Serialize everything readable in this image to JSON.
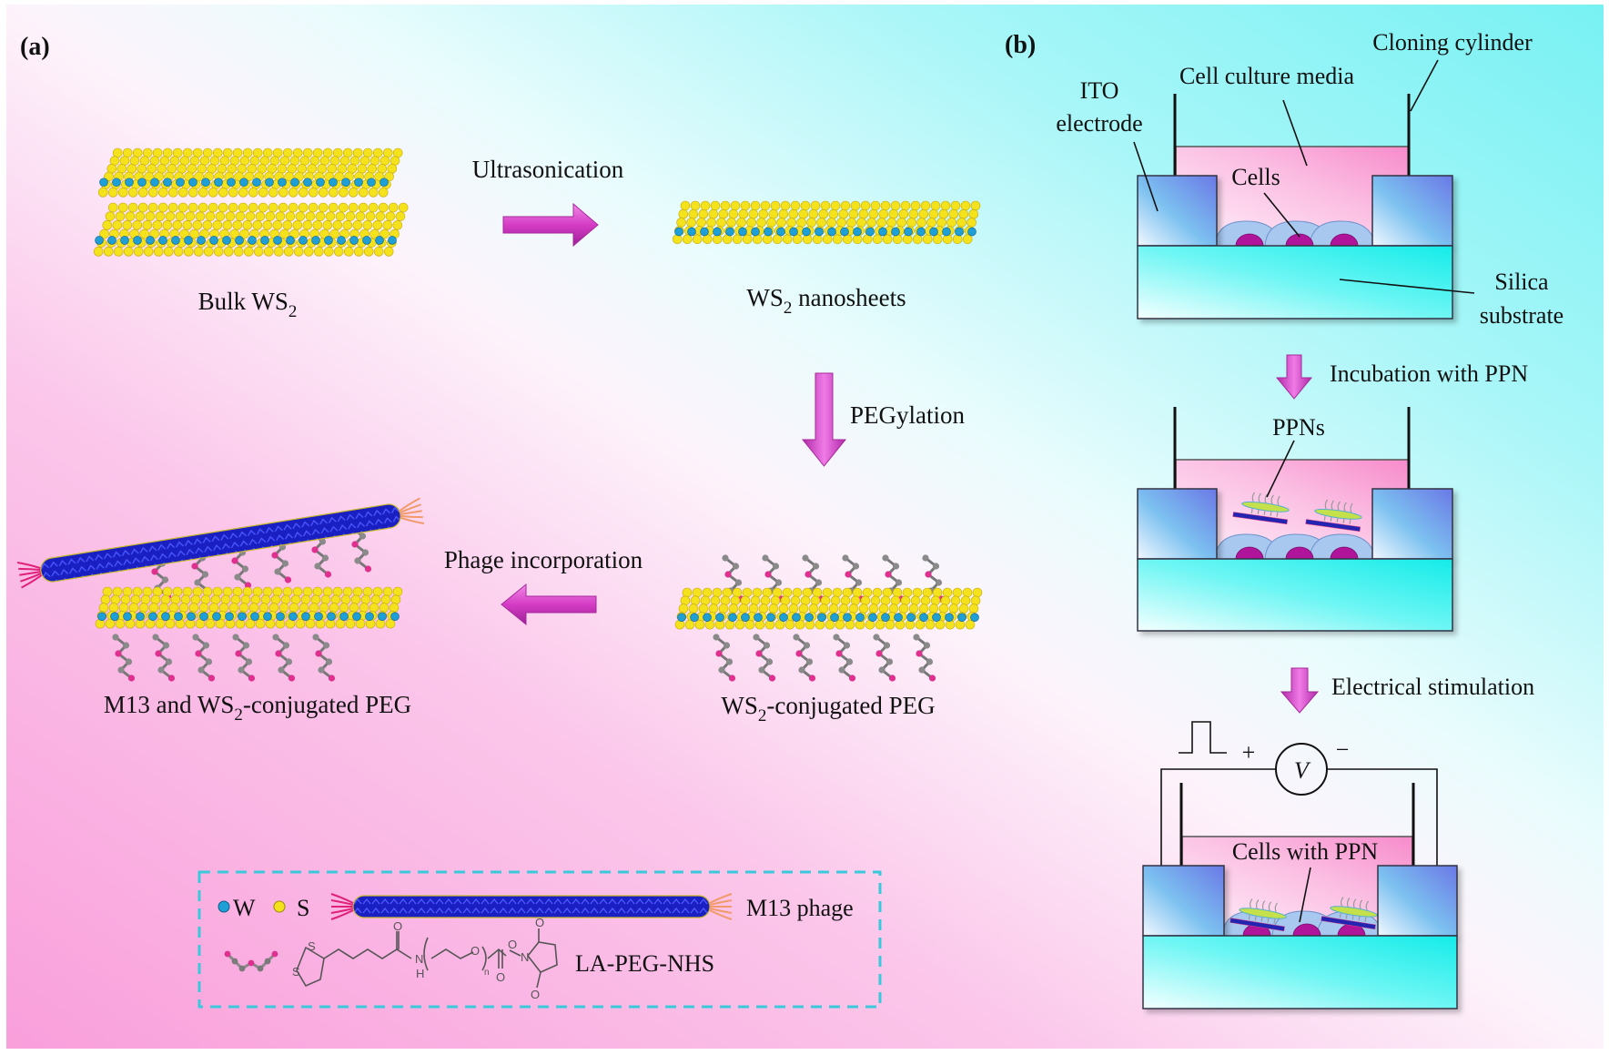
{
  "panel_a": {
    "label": "(a)",
    "bulk_label": "Bulk WS",
    "bulk_sub": "2",
    "step_ultrasonication": "Ultrasonication",
    "nanosheets_label_pre": "WS",
    "nanosheets_sub": "2",
    "nanosheets_label_post": " nanosheets",
    "step_pegylation": "PEGylation",
    "peg_label_pre": "WS",
    "peg_sub": "2",
    "peg_label_post": "-conjugated PEG",
    "step_phage": "Phage incorporation",
    "m13_label_pre": "M13 and WS",
    "m13_sub": "2",
    "m13_label_post": "-conjugated PEG",
    "legend": {
      "w_label": "W",
      "s_label": "S",
      "m13_label": "M13 phage",
      "peg_label": "LA-PEG-NHS",
      "chem_atoms": {
        "s1": "S",
        "s2": "S",
        "o1": "O",
        "n": "N",
        "h": "H",
        "o2": "O",
        "sub_n": "n",
        "o3": "O",
        "o4": "O",
        "n2": "N",
        "o5": "O",
        "o6": "O"
      }
    }
  },
  "panel_b": {
    "label": "(b)",
    "cloning_cylinder": "Cloning cylinder",
    "cell_culture_media": "Cell culture media",
    "ito_line1": "ITO",
    "ito_line2": "electrode",
    "cells": "Cells",
    "silica_line1": "Silica",
    "silica_line2": "substrate",
    "step_incubation": "Incubation with PPN",
    "ppns": "PPNs",
    "step_stimulation": "Electrical stimulation",
    "plus": "+",
    "minus": "−",
    "voltmeter": "V",
    "cells_with_ppn": "Cells with PPN"
  },
  "colors": {
    "bg_pink": "#f9a3dc",
    "bg_cyan": "#7ff3f5",
    "arrow_magenta": "#d63fc4",
    "w_atom": "#1e9fd6",
    "s_atom": "#f3e21c",
    "phage_blue": "#1a1fc2",
    "media_pink": "#f7a6d2",
    "substrate_cyan": "#2ef0ee",
    "electrode_blue": "#6aa8ee",
    "nucleus": "#b0149a",
    "legend_border": "#39c9dc"
  }
}
